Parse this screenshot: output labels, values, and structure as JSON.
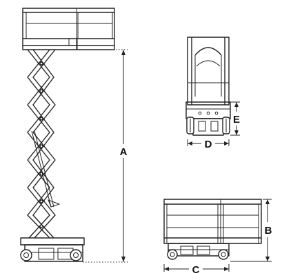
{
  "dimension_labels": {
    "a": "A",
    "b": "B",
    "c": "C",
    "d": "D",
    "e": "E"
  }
}
